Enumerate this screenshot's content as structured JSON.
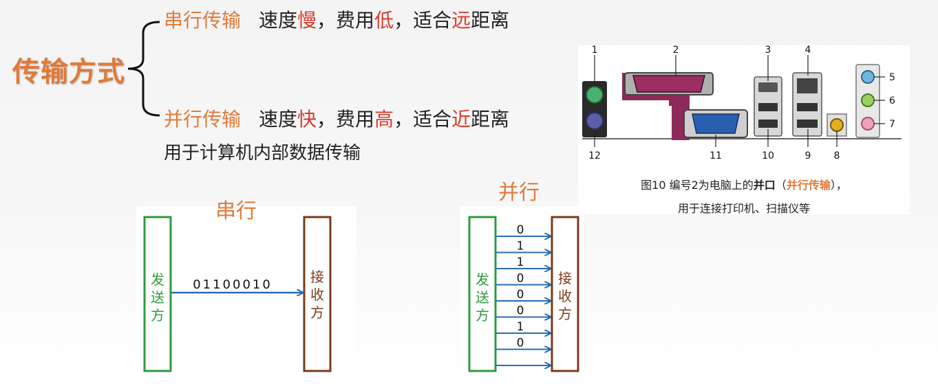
{
  "heading": "传输方式",
  "serial": {
    "term": "串行传输",
    "speed_prefix": "速度",
    "speed": "慢",
    "cost_prefix": "，费用",
    "cost": "低",
    "fit_prefix": "，适合",
    "fit": "远",
    "fit_suffix": "距离"
  },
  "parallel": {
    "term": "并行传输",
    "speed_prefix": "速度",
    "speed": "快",
    "cost_prefix": "，费用",
    "cost": "高",
    "fit_prefix": "，适合",
    "fit": "近",
    "fit_suffix": "距离",
    "note": "用于计算机内部数据传输"
  },
  "serial_diagram": {
    "title": "串行",
    "sender": [
      "发",
      "送",
      "方"
    ],
    "receiver": [
      "接",
      "收",
      "方"
    ],
    "bits": "01100010"
  },
  "parallel_diagram": {
    "title": "并行",
    "sender": [
      "发",
      "送",
      "方"
    ],
    "receiver": [
      "接",
      "收",
      "方"
    ],
    "bits": [
      "0",
      "1",
      "1",
      "0",
      "0",
      "0",
      "1",
      "0"
    ]
  },
  "photo": {
    "labels_top": [
      "1",
      "2",
      "3",
      "4"
    ],
    "labels_right": [
      "5",
      "6",
      "7"
    ],
    "labels_bottom": [
      "12",
      "11",
      "10",
      "9",
      "8"
    ],
    "caption_prefix": "图10  编号2为电脑上的",
    "caption_bold": "并口",
    "caption_paren_open": "（",
    "caption_accent": "并行传输",
    "caption_paren_close": "），",
    "caption_line2": "用于连接打印机、扫描仪等"
  },
  "colors": {
    "accent_orange": "#e07a3a",
    "highlight_red": "#d83a2e",
    "sender_green": "#2e9a3e",
    "receiver_brown": "#7a3a1a",
    "arrow_blue": "#2a6bb0"
  }
}
